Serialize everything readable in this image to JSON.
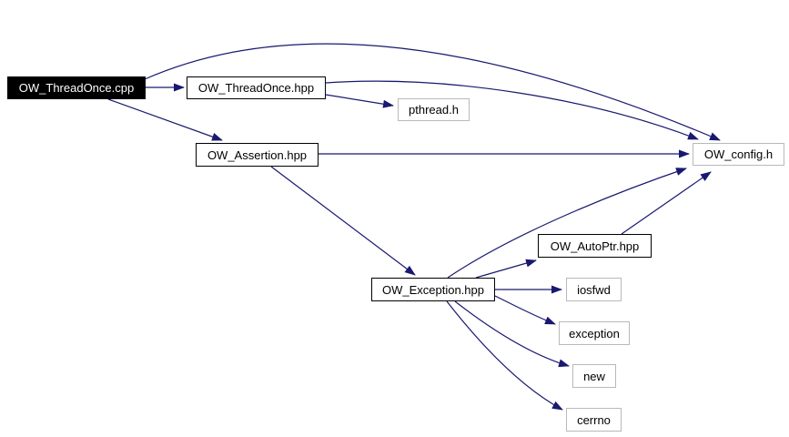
{
  "diagram": {
    "type": "include-dependency-graph",
    "nodes": {
      "threadonce_cpp": {
        "label": "OW_ThreadOnce.cpp",
        "kind": "current-file"
      },
      "threadonce_hpp": {
        "label": "OW_ThreadOnce.hpp",
        "kind": "project-header"
      },
      "pthread_h": {
        "label": "pthread.h",
        "kind": "system-header"
      },
      "assertion_hpp": {
        "label": "OW_Assertion.hpp",
        "kind": "project-header"
      },
      "config_h": {
        "label": "OW_config.h",
        "kind": "system-header"
      },
      "autoptr_hpp": {
        "label": "OW_AutoPtr.hpp",
        "kind": "project-header"
      },
      "exception_hpp": {
        "label": "OW_Exception.hpp",
        "kind": "project-header"
      },
      "iosfwd": {
        "label": "iosfwd",
        "kind": "system-header"
      },
      "exception_std": {
        "label": "exception",
        "kind": "system-header"
      },
      "new_std": {
        "label": "new",
        "kind": "system-header"
      },
      "cerrno": {
        "label": "cerrno",
        "kind": "system-header"
      }
    },
    "edges": [
      {
        "from": "threadonce_cpp",
        "to": "threadonce_hpp"
      },
      {
        "from": "threadonce_cpp",
        "to": "config_h"
      },
      {
        "from": "threadonce_cpp",
        "to": "assertion_hpp"
      },
      {
        "from": "threadonce_hpp",
        "to": "pthread_h"
      },
      {
        "from": "threadonce_hpp",
        "to": "config_h"
      },
      {
        "from": "assertion_hpp",
        "to": "config_h"
      },
      {
        "from": "assertion_hpp",
        "to": "exception_hpp"
      },
      {
        "from": "exception_hpp",
        "to": "config_h"
      },
      {
        "from": "exception_hpp",
        "to": "autoptr_hpp"
      },
      {
        "from": "autoptr_hpp",
        "to": "config_h"
      },
      {
        "from": "exception_hpp",
        "to": "iosfwd"
      },
      {
        "from": "exception_hpp",
        "to": "exception_std"
      },
      {
        "from": "exception_hpp",
        "to": "new_std"
      },
      {
        "from": "exception_hpp",
        "to": "cerrno"
      }
    ],
    "colors": {
      "edge": "#191970",
      "current_node_bg": "#000000",
      "current_node_text": "#ffffff",
      "project_node_border": "#000000",
      "system_node_border": "#b9b9b9",
      "background": "#ffffff"
    }
  }
}
